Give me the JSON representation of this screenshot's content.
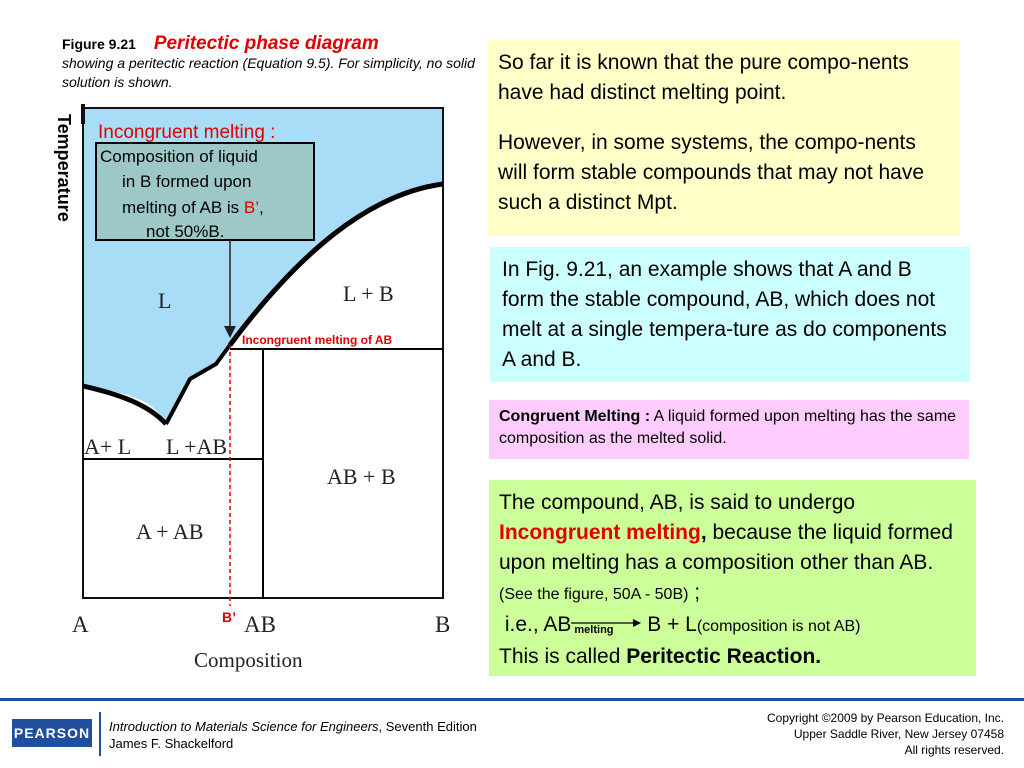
{
  "caption": {
    "figure_number": "Figure 9.21",
    "title": "Peritectic phase diagram",
    "description": "showing a peritectic reaction (Equation 9.5). For simplicity, no solid solution is shown."
  },
  "diagram": {
    "axis_y_label": "Temperature",
    "axis_x_label": "Composition",
    "tick_labels": {
      "a": "A",
      "ab": "AB",
      "b": "B",
      "b_prime": "B’"
    },
    "regions": {
      "l": "L",
      "l_plus_b": "L + B",
      "a_plus_l": "A+ L",
      "l_plus_ab": "L +AB",
      "ab_plus_b": "AB + B",
      "a_plus_ab": "A + AB"
    },
    "callout": {
      "heading": "Incongruent melting :",
      "line1": "Composition of liquid",
      "line2": "in B formed upon",
      "line3_pre": "melting of AB is ",
      "line3_b": "B’",
      "line3_post": ",",
      "line4": "not 50%B."
    },
    "peritectic_label": "Incongruent melting of AB",
    "colors": {
      "liquid": "#a8dcf7",
      "red": "#e00000",
      "callout_fill": "#9ec8c8"
    }
  },
  "box1": {
    "p1": "So far it is known that the pure compo-nents have had distinct melting point.",
    "p2": "However, in some systems, the compo-nents will form stable compounds that may not have such a distinct Mpt."
  },
  "box2": {
    "text": "In Fig. 9.21, an example shows that A and B form the stable compound, AB, which does not melt at a single tempera-ture as do components A and B."
  },
  "box3": {
    "term": "Congruent Melting :",
    "definition": " A liquid formed upon melting has the same composition as the melted solid."
  },
  "box4": {
    "t1": "The compound, AB, is said to undergo",
    "term": "Incongruent melting",
    "comma": ",",
    "t2": " because the liquid formed upon melting has a composition other than AB. ",
    "note": "(See the figure, 50A - 50B)",
    "semicolon": " ;",
    "ie": "i.e., AB",
    "arrow_label": "melting",
    "products": " B + L",
    "products_note": "(composition is not AB)",
    "t3": "This is called ",
    "reaction": "Peritectic Reaction."
  },
  "footer": {
    "logo": "PEARSON",
    "book_title": "Introduction to Materials Science for Engineers",
    "edition": ", Seventh Edition",
    "author": "James F. Shackelford",
    "copyright1": "Copyright ©2009 by Pearson Education, Inc.",
    "copyright2": "Upper Saddle River, New Jersey 07458",
    "copyright3": "All rights reserved."
  }
}
